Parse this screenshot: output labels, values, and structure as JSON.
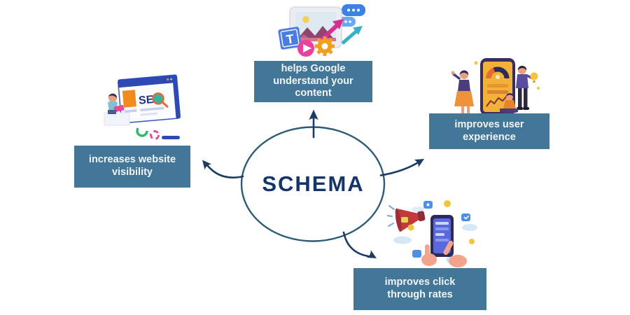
{
  "background": "#ffffff",
  "center": {
    "title": "SCHEMA"
  },
  "boxes": {
    "top": {
      "label": "helps Google\nunderstand your\ncontent"
    },
    "left": {
      "label": "increases website\nvisibility"
    },
    "right": {
      "label": "improves user\nexperience"
    },
    "bottom": {
      "label": "improves click\nthrough rates"
    }
  },
  "colors": {
    "box_background": "#427797",
    "box_text": "#f2f4f5",
    "circle_stroke": "#2e5c74",
    "title_text": "#14356b",
    "arrow": "#1d3c61"
  },
  "illustrations": {
    "top": {
      "name": "content-media-illustration",
      "tile_letter": "T",
      "elements": [
        "photo-monitor",
        "text-tile",
        "play-button",
        "gear",
        "growth-arrows",
        "chat-bubbles"
      ]
    },
    "left": {
      "name": "seo-browser-illustration",
      "screen_text": "SE",
      "elements": [
        "browser-window",
        "magnifier",
        "person-with-laptop",
        "mini-charts"
      ]
    },
    "right": {
      "name": "mobile-ux-illustration",
      "elements": [
        "phone-dashboard",
        "woman-waving",
        "man-with-lightbulb",
        "sitting-person"
      ]
    },
    "bottom": {
      "name": "mobile-promotion-illustration",
      "elements": [
        "megaphone",
        "hands-with-phone",
        "social-icons",
        "clouds"
      ]
    }
  }
}
